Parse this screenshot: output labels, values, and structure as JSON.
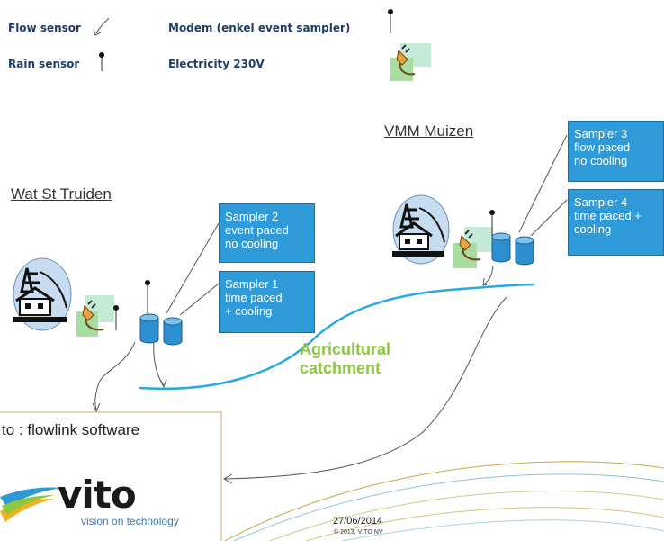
{
  "legend": {
    "flow_sensor": "Flow sensor",
    "rain_sensor": "Rain sensor",
    "modem": "Modem (enkel event sampler)",
    "electricity": "Electricity 230V"
  },
  "sites": {
    "wat_st_truiden": "Wat St Truiden",
    "vmm_muizen": "VMM  Muizen"
  },
  "samplers": {
    "s2": [
      "Sampler 2",
      "event paced",
      "no cooling"
    ],
    "s1": [
      "Sampler 1",
      "time paced",
      "+ cooling"
    ],
    "s3": [
      "Sampler 3",
      "flow paced",
      "no cooling"
    ],
    "s4": [
      "Sampler 4",
      "time paced +",
      "cooling"
    ]
  },
  "catchment": [
    "Agricultural",
    "catchment"
  ],
  "flowlink": "to : flowlink software",
  "footer": {
    "logo": "vito",
    "tagline": "vision on technology",
    "date": "27/06/2014",
    "copyright": "© 2013, VITO NV"
  },
  "colors": {
    "sampler_box": "#2f9ad8",
    "stream": "#29a8df",
    "catchment_text": "#8dc63f",
    "legend_text": "#1f3d66"
  }
}
